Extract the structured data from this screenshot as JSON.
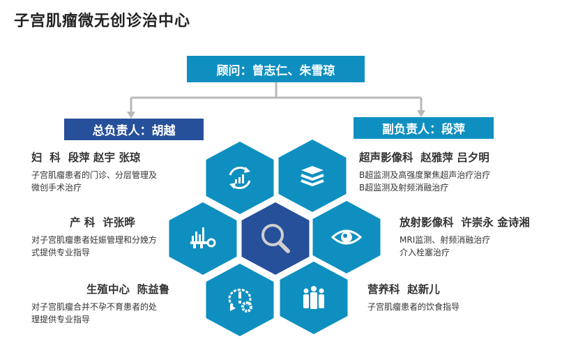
{
  "title": "子宫肌瘤微无创诊治中心",
  "advisor": "顾问：曾志仁、朱雪琼",
  "chief": "总负责人：胡越",
  "deputy": "副负责人：段萍",
  "colors": {
    "primary": "#0e8fc0",
    "dark": "#27509a",
    "connector": "#b8b8b8"
  },
  "left": [
    {
      "head": "妇  科  段萍 赵宇 张琼",
      "desc": [
        "子宫肌瘤患者的门诊、分层管理及",
        "微创手术治疗"
      ],
      "icon": "refresh-chart-icon"
    },
    {
      "head": "产 科  许张晔",
      "desc": [
        "对子宫肌瘤患者妊娠管理和分娩方",
        "式提供专业指导"
      ],
      "icon": "chart-key-icon"
    },
    {
      "head": "生殖中心  陈益鲁",
      "desc": [
        "对子宫肌瘤合并不孕不育患者的处",
        "理提供专业指导"
      ],
      "icon": "alert-gear-icon"
    }
  ],
  "right": [
    {
      "head": "超声影像科  赵雅萍 吕夕明",
      "desc": [
        "B超监测及高强度聚焦超声治疗治疗",
        "B超监测及射频消融治疗"
      ],
      "icon": "layers-icon"
    },
    {
      "head": "放射影像科  许崇永 金诗湘",
      "desc": [
        "MRI监测、射频消融治疗",
        "介入栓塞治疗"
      ],
      "icon": "eye-icon"
    },
    {
      "head": "营养科  赵新儿",
      "desc": [
        "子宫肌瘤患者的饮食指导"
      ],
      "icon": "team-icon"
    }
  ],
  "center_icon": "magnifier-icon"
}
